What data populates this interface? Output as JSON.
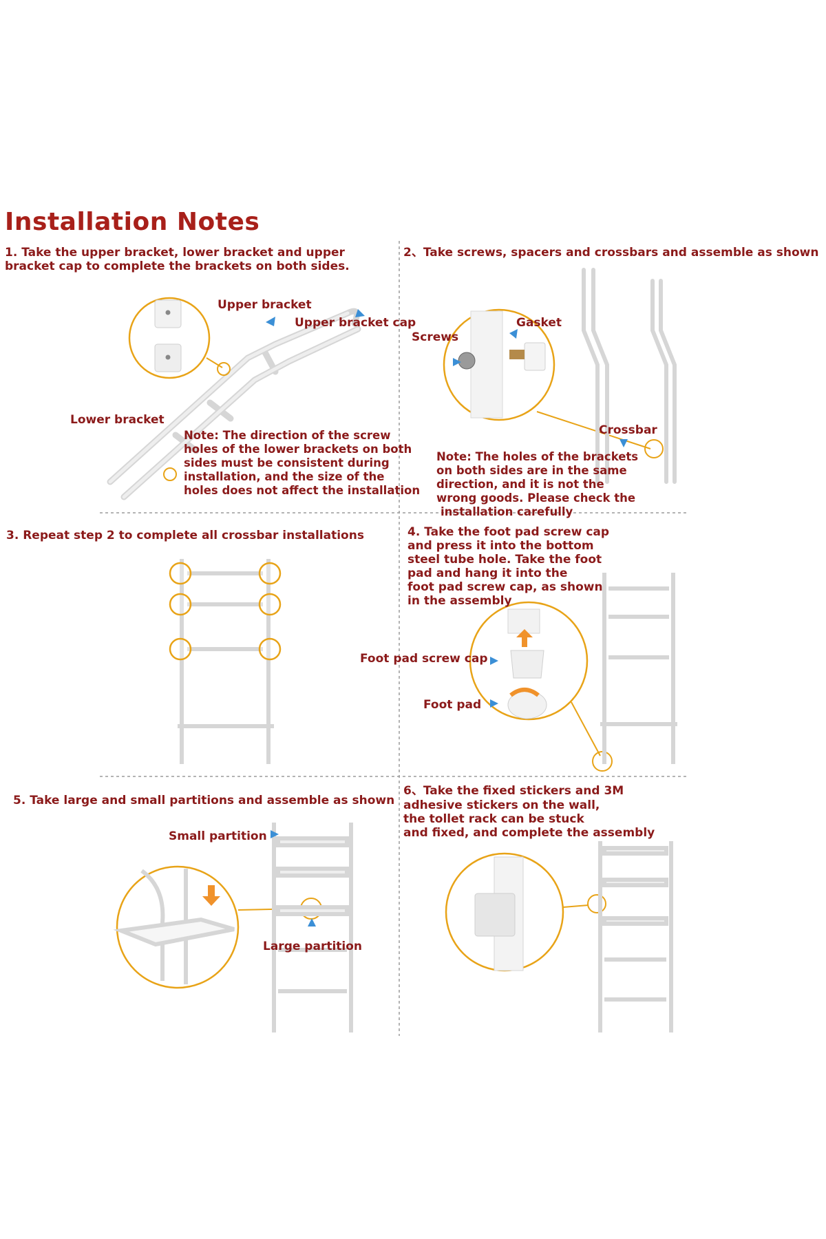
{
  "title": "Installation Notes",
  "colors": {
    "text": "#8b1a1a",
    "title": "#a8201a",
    "callout_ring": "#e8a317",
    "arrow_blue": "#3b8fd6",
    "arrow_orange": "#f0922b",
    "frame": "#d9d9d9"
  },
  "steps": [
    {
      "lines": [
        "1. Take the upper bracket, lower bracket and upper",
        "bracket cap to complete the brackets on both sides."
      ],
      "labels": [
        "Upper bracket",
        "Upper bracket cap",
        "Lower bracket"
      ],
      "note": [
        "Note: The direction of the screw",
        "holes of the lower brackets on both",
        "sides must be consistent during",
        "installation, and the size of the",
        "holes does not affect the installation"
      ]
    },
    {
      "lines": [
        "2、Take screws, spacers and crossbars and assemble as shown"
      ],
      "labels": [
        "Gasket",
        "Screws",
        "Crossbar"
      ],
      "note": [
        "Note: The holes of the brackets",
        "on both sides are in the same",
        "direction, and it is not the",
        "wrong goods. Please check the",
        "installation carefully"
      ]
    },
    {
      "lines": [
        "3. Repeat step 2 to complete all crossbar installations"
      ]
    },
    {
      "lines": [
        "4. Take the foot pad screw cap",
        "and press it into the bottom",
        "steel tube hole. Take the foot",
        "pad and hang it into the",
        "foot pad screw cap, as shown",
        "in the assembly"
      ],
      "labels": [
        "Foot pad screw cap",
        "Foot pad"
      ]
    },
    {
      "lines": [
        "5. Take large and small partitions and assemble as shown"
      ],
      "labels": [
        "Small partition",
        "Large partition"
      ]
    },
    {
      "lines": [
        "6、Take the fixed stickers and 3M",
        "adhesive stickers on the wall,",
        "the tollet rack can be stuck",
        "and fixed, and complete the assembly"
      ]
    }
  ]
}
